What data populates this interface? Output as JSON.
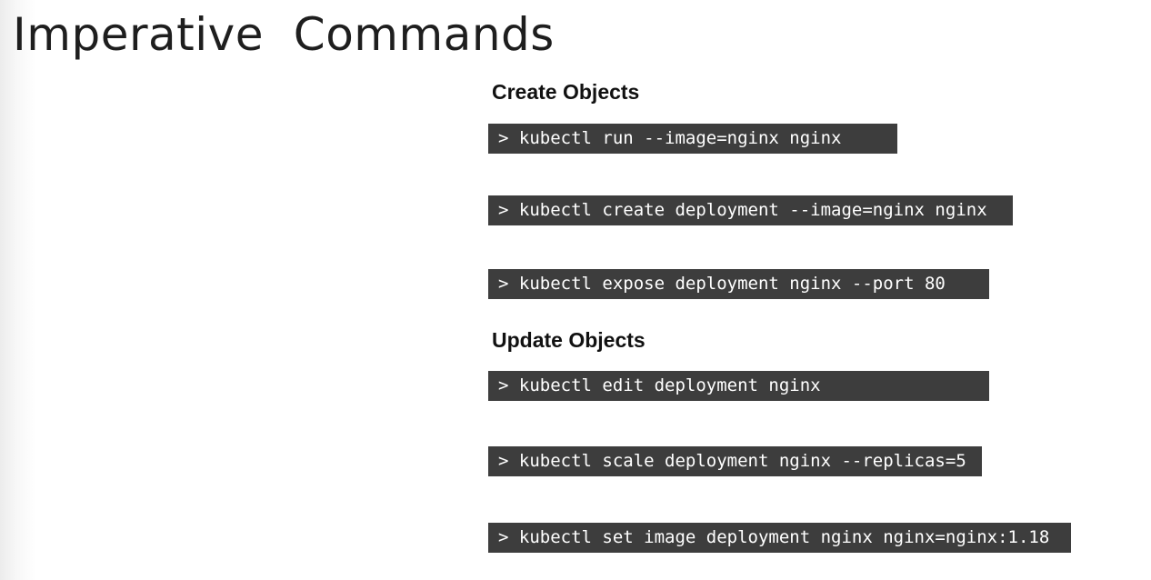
{
  "title": "Imperative  Commands",
  "sections": [
    {
      "heading": "Create Objects",
      "commands": [
        "> kubectl run --image=nginx nginx",
        "> kubectl create deployment --image=nginx nginx",
        "> kubectl expose deployment nginx --port 80"
      ]
    },
    {
      "heading": "Update Objects",
      "commands": [
        "> kubectl edit deployment nginx",
        "> kubectl scale deployment nginx --replicas=5",
        "> kubectl set image deployment nginx nginx=nginx:1.18"
      ]
    }
  ],
  "colors": {
    "command_background": "#3d3d3d",
    "command_text": "#ffffff",
    "title_text": "#1e1e1e"
  }
}
